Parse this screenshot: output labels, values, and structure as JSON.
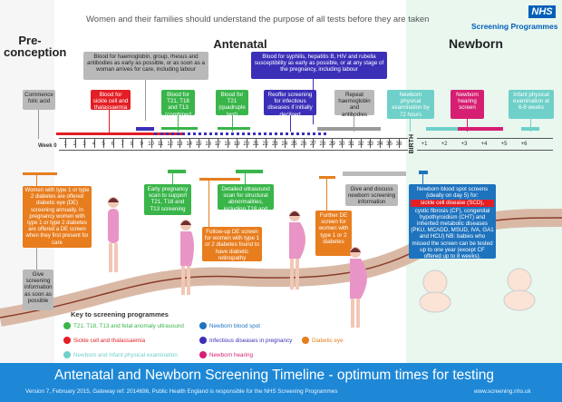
{
  "header": {
    "note": "Women and their families should understand the purpose of all tests before they are taken",
    "nhs": "NHS",
    "programmes": "Screening Programmes"
  },
  "sections": {
    "preconception": "Pre-conception",
    "antenatal": "Antenatal",
    "newborn": "Newborn"
  },
  "boxes": {
    "folic": "Commence folic acid",
    "blood_group": "Blood for haemoglobin, group, rhesus and antibodies as early as possible, or as soon as a woman arrives for care, including labour",
    "blood_syphilis": "Blood for syphilis, hepatitis B, HIV and rubella susceptibility as early as possible, or at any stage of the pregnancy, including labour",
    "sickle_cell": "Blood for sickle cell and thalassaemia",
    "t21_combined": "Blood for T21, T18 and T13 (combined test)",
    "t21_quad": "Blood for T21 (quadruple test)",
    "reoffer": "Reoffer screening for infectious diseases if initially declined",
    "repeat_haem": "Repeat haemoglobin and antibodies",
    "nb_physical": "Newborn physical examination by 72 hours",
    "nb_hearing": "Newborn hearing screen",
    "infant_physical": "Infant physical examination at 6-8 weeks",
    "diabetes_early": "Women with type 1 or type 2 diabetes are offered diabetic eye (DE) screening annually. In pregnancy women with type 1 or type 2 diabetes are offered a DE screen when they first present for care",
    "give_info": "Give screening information as soon as possible",
    "early_scan": "Early pregnancy scan to support T21, T18 and T13 screening",
    "detailed_scan": "Detailed ultrasound scan for structural abnormalities, including T18 and T13",
    "followup_de": "Follow-up DE screen for women with type 1 or 2 diabetes found to have diabetic retinopathy",
    "further_de": "Further DE screen for women with type 1 or 2 diabetes",
    "give_newborn_info": "Give and discuss newborn screening information",
    "blood_spot": "Newborn blood spot screens (ideally on day 5) for:",
    "blood_spot_red": "sickle cell disease (SCD),",
    "blood_spot_rest": "cystic fibrosis (CF), congenital hypothyroidism (CHT) and inherited metabolic diseases (PKU, MCADD, MSUD, IVA, GA1 and HCU) NB: babies who missed the screen can be tested up to one year (except CF offered up to 8 weeks)."
  },
  "timeline": {
    "week_label": "Week 0",
    "weeks": [
      "1",
      "2",
      "3",
      "4",
      "5",
      "6",
      "7",
      "8",
      "9",
      "10",
      "11",
      "12",
      "13",
      "14",
      "15",
      "16",
      "17",
      "18",
      "19",
      "20",
      "21",
      "22",
      "23",
      "24",
      "25",
      "26",
      "27",
      "28",
      "29",
      "30",
      "31",
      "32",
      "33",
      "34",
      "35",
      "36"
    ],
    "birth": "BIRTH",
    "post_weeks": [
      "+1",
      "+2",
      "+3",
      "+4",
      "+5",
      "+6"
    ]
  },
  "key": {
    "title": "Key to screening programmes",
    "items": [
      {
        "label": "T21, T18, T13 and fetal anomaly ultrasound",
        "color": "#39b54a"
      },
      {
        "label": "Newborn blood spot",
        "color": "#1e73be"
      },
      {
        "label": "Sickle cell and thalassaemia",
        "color": "#e31e24"
      },
      {
        "label": "Infectious diseases in pregnancy",
        "color": "#3b2fb8"
      },
      {
        "label": "Newborn and infant physical examination",
        "color": "#6fd0c9"
      },
      {
        "label": "Newborn hearing",
        "color": "#d61f72"
      },
      {
        "label": "Diabetic eye",
        "color": "#e87d1e"
      }
    ]
  },
  "footer": {
    "title": "Antenatal and Newborn Screening Timeline - optimum times for testing",
    "version": "Version 7, February 2015, Gateway ref: 2014696, Public Health England is responsible for the NHS Screening Programmes",
    "url": "www.screening.nhs.uk"
  }
}
